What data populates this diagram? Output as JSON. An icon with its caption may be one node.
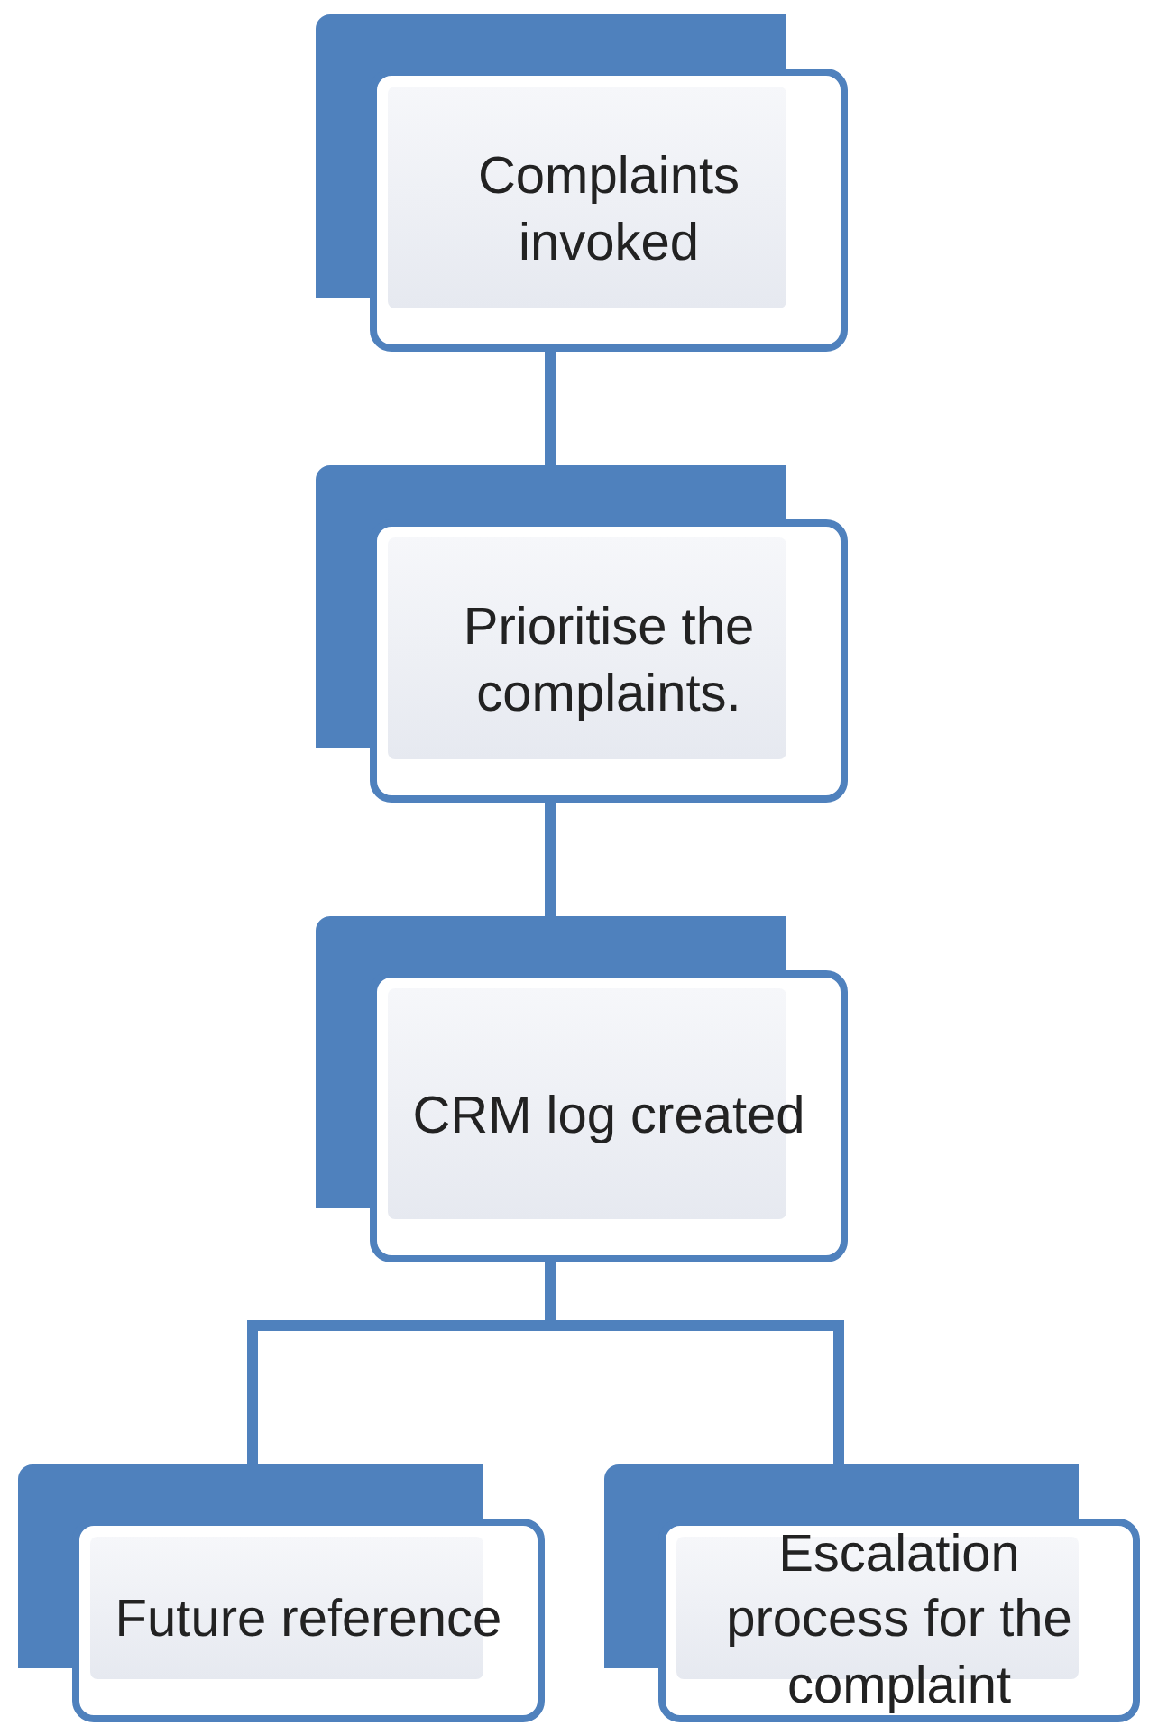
{
  "diagram": {
    "nodes": [
      {
        "text": [
          "Complaints invoked"
        ]
      },
      {
        "text": [
          "Prioritise the complaints."
        ]
      },
      {
        "text": [
          "CRM log created"
        ]
      },
      {
        "text": [
          "Future reference"
        ]
      },
      {
        "text": [
          "Escalation process for the complaint"
        ]
      }
    ],
    "edges": [
      {
        "from": 0,
        "to": 1,
        "arrow": "none"
      },
      {
        "from": 1,
        "to": 2,
        "arrow": "none"
      },
      {
        "from": 2,
        "to": 3,
        "arrow": "none"
      },
      {
        "from": 2,
        "to": 4,
        "arrow": "none"
      }
    ]
  }
}
